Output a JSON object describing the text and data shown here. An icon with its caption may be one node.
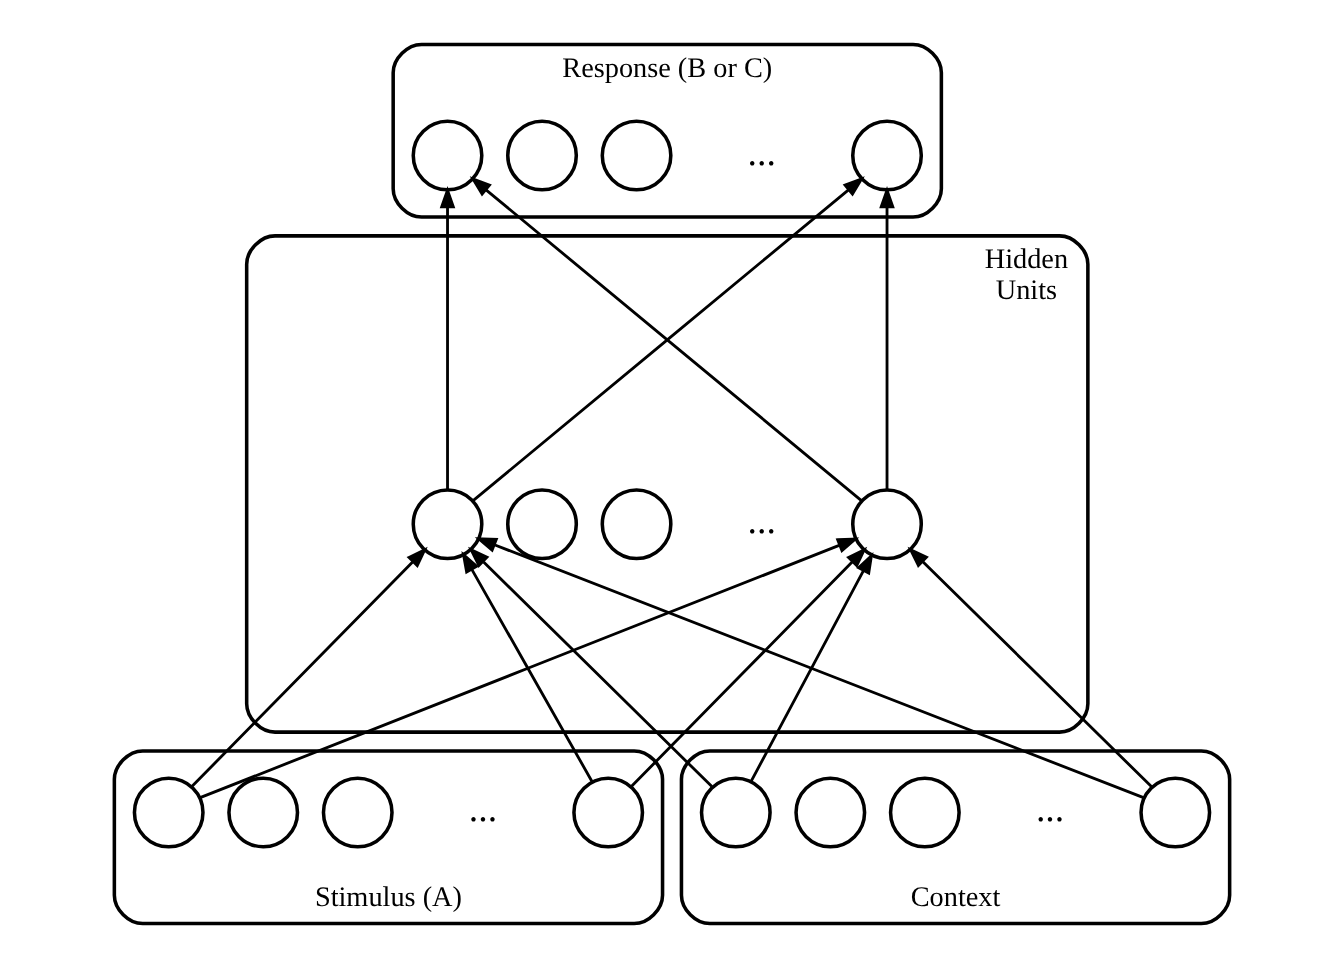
{
  "diagram": {
    "nodes": [
      {
        "text": [
          "Response (B or C)"
        ]
      },
      {
        "text": [],
        "shape": "circle",
        "in": 0
      },
      {
        "text": [],
        "shape": "circle",
        "in": 0
      },
      {
        "text": [],
        "shape": "circle",
        "in": 0
      },
      {
        "text": [],
        "shape": "circle",
        "in": 0
      },
      {
        "text": [
          "Hidden Units"
        ]
      },
      {
        "text": [],
        "shape": "circle",
        "in": 5
      },
      {
        "text": [],
        "shape": "circle",
        "in": 5
      },
      {
        "text": [],
        "shape": "circle",
        "in": 5
      },
      {
        "text": [],
        "shape": "circle",
        "in": 5
      },
      {
        "text": [
          "Stimulus (A)"
        ]
      },
      {
        "text": [],
        "shape": "circle",
        "in": 10
      },
      {
        "text": [],
        "shape": "circle",
        "in": 10
      },
      {
        "text": [],
        "shape": "circle",
        "in": 10
      },
      {
        "text": [],
        "shape": "circle",
        "in": 10
      },
      {
        "text": [
          "Context"
        ]
      },
      {
        "text": [],
        "shape": "circle",
        "in": 15
      },
      {
        "text": [],
        "shape": "circle",
        "in": 15
      },
      {
        "text": [],
        "shape": "circle",
        "in": 15
      },
      {
        "text": [],
        "shape": "circle",
        "in": 15
      }
    ],
    "edges": [
      {
        "from": 6,
        "to": 1,
        "arrow": "to"
      },
      {
        "from": 6,
        "to": 4,
        "arrow": "to"
      },
      {
        "from": 9,
        "to": 1,
        "arrow": "to"
      },
      {
        "from": 9,
        "to": 4,
        "arrow": "to"
      },
      {
        "from": 11,
        "to": 6,
        "arrow": "to"
      },
      {
        "from": 11,
        "to": 9,
        "arrow": "to"
      },
      {
        "from": 14,
        "to": 6,
        "arrow": "to"
      },
      {
        "from": 14,
        "to": 9,
        "arrow": "to"
      },
      {
        "from": 16,
        "to": 6,
        "arrow": "to"
      },
      {
        "from": 16,
        "to": 9,
        "arrow": "to"
      },
      {
        "from": 19,
        "to": 6,
        "arrow": "to"
      },
      {
        "from": 19,
        "to": 9,
        "arrow": "to"
      }
    ],
    "labels": [
      "...",
      "...",
      "...",
      "..."
    ]
  }
}
